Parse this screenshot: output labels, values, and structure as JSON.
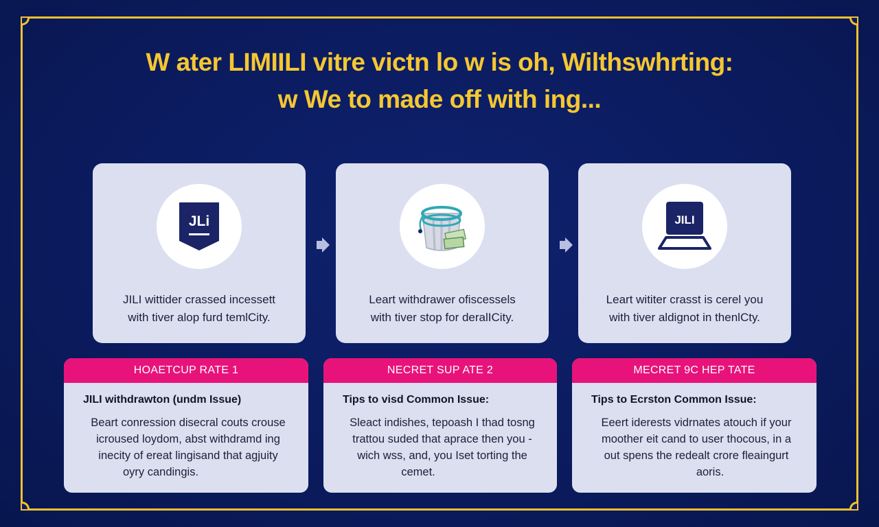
{
  "title": {
    "line1": "W ater LIMIILI vitre victn lo w is oh, Wilthswhrting:",
    "line2": "w We to made off with ing..."
  },
  "colors": {
    "background": "#0b1b5e",
    "accent_yellow": "#f2c230",
    "card_bg": "#dcdff0",
    "panel_header": "#e8137a",
    "logo_navy": "#1a2466"
  },
  "cards": [
    {
      "icon": "jili-logo-badge-icon",
      "icon_text": "JLi",
      "line1": "JILI wittider crassed incessett",
      "line2": "with tiver alop furd temlCity."
    },
    {
      "icon": "money-bucket-icon",
      "line1": "Leart withdrawer ofiscessels",
      "line2": "with tiver stop for deralICity."
    },
    {
      "icon": "jili-laptop-icon",
      "icon_text": "JILI",
      "line1": "Leart wititer crasst is cerel you",
      "line2": "with tiver aldignot in thenlCty."
    }
  ],
  "arrows": [
    "arrow-right-icon",
    "arrow-right-icon"
  ],
  "panels": [
    {
      "header": "HOAETCUP RATE 1",
      "subtitle": "JILI withdrawton (undm Issue)",
      "lines": [
        "Beart conression disecral couts crouse",
        "icroused loydom, abst withdramd ing",
        "inecity of ereat lingisand that agjuity",
        "oyry candingis."
      ]
    },
    {
      "header": "NECRET SUP ATE 2",
      "subtitle": "Tips to visd Common Issue:",
      "lines": [
        "Sleact indishes, tepoash I thad tosng",
        "trattou suded that aprace then you -",
        "wich wss, and, you Iset torting the",
        "cemet."
      ]
    },
    {
      "header": "MECRET 9C HEP TATE",
      "subtitle": "Tips to Ecrston Common Issue:",
      "lines": [
        "Eeert iderests vidrnates atouch if your",
        "moother eit cand to user thocous, in a",
        "out spens the redealt crore fleaingurt",
        "aoris."
      ]
    }
  ]
}
